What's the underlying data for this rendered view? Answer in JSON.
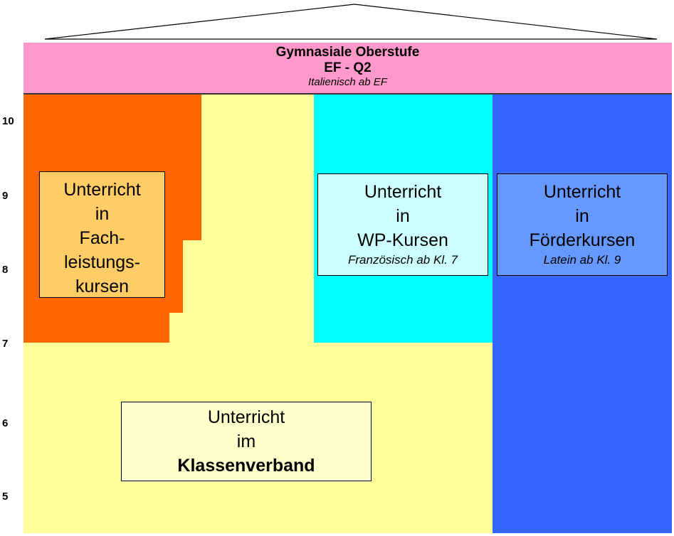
{
  "colors": {
    "header": "#ff99cc",
    "fach": "#ff6600",
    "klassen": "#ffff99",
    "wp": "#00ffff",
    "foerder": "#3366ff",
    "fach_box": "#ffcc66",
    "wp_box": "#ccffff",
    "foerder_box": "#6699ff",
    "klassen_box": "#ffffcc"
  },
  "header": {
    "title": "Gymnasiale Oberstufe",
    "subtitle": "EF - Q2",
    "note": "Italienisch ab EF"
  },
  "grades": [
    "10",
    "9",
    "8",
    "7",
    "6",
    "5"
  ],
  "boxes": {
    "fach": {
      "line1": "Unterricht",
      "line2": "in",
      "line3": "Fach-",
      "line4": "leistungs-",
      "line5": "kursen"
    },
    "wp": {
      "line1": "Unterricht",
      "line2": "in",
      "line3": "WP-Kursen",
      "note": "Französisch ab Kl. 7"
    },
    "foerder": {
      "line1": "Unterricht",
      "line2": "in",
      "line3": "Förderkursen",
      "note": "Latein ab Kl. 9"
    },
    "klassen": {
      "line1": "Unterricht",
      "line2": "im",
      "line3": "Klassenverband"
    }
  }
}
